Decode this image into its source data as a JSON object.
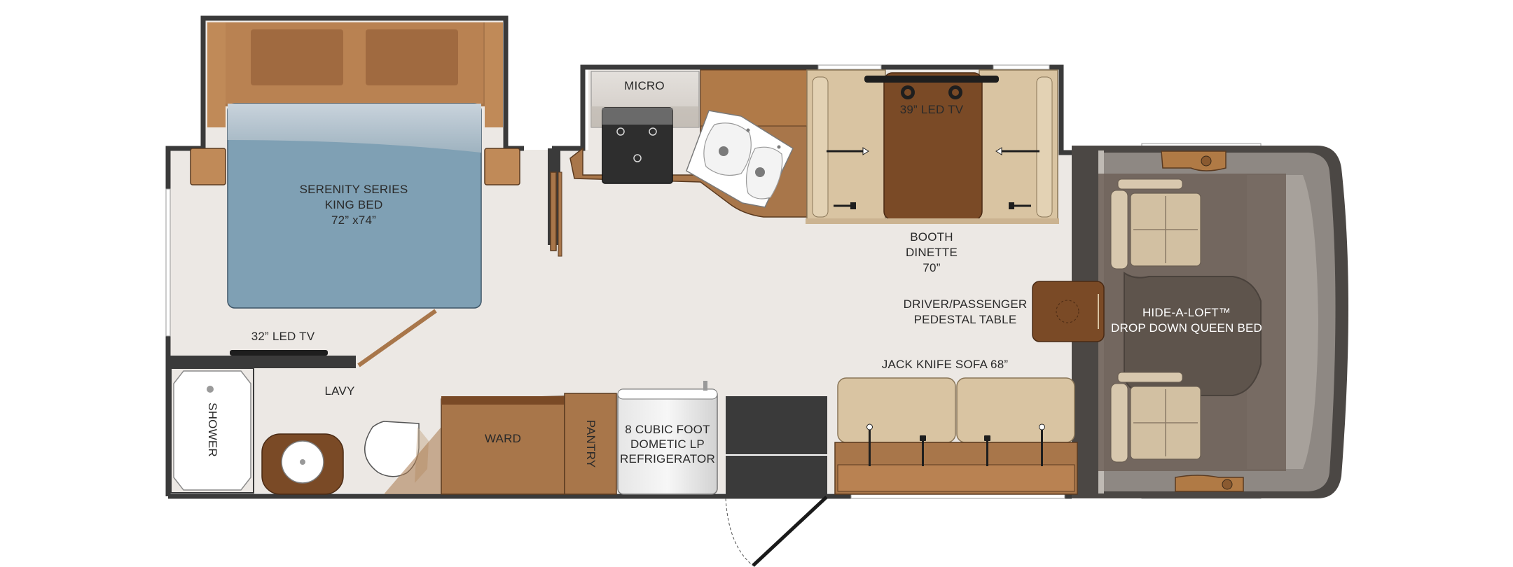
{
  "labels": {
    "micro": "MICRO",
    "led_tv_39": "39” LED TV",
    "booth_dinette": [
      "BOOTH",
      "DINETTE",
      "70”"
    ],
    "king_bed": [
      "SERENITY SERIES",
      "KING BED",
      "72” x74”"
    ],
    "led_tv_32": "32” LED TV",
    "lavy": "LAVY",
    "shower": "SHOWER",
    "ward": "WARD",
    "pantry": "PANTRY",
    "refrigerator": [
      "8 CUBIC FOOT",
      "DOMETIC LP",
      "REFRIGERATOR"
    ],
    "pedestal_table": [
      "DRIVER/PASSENGER",
      "PEDESTAL TABLE"
    ],
    "sofa": "JACK KNIFE SOFA 68”",
    "loft_bed": [
      "HIDE-A-LOFT™",
      "DROP DOWN QUEEN BED"
    ]
  },
  "colors": {
    "wall": "#3a3a3a",
    "floor": "#ece8e4",
    "wood_dark": "#7a4a26",
    "wood_medium": "#a8764a",
    "wood_light": "#c08a58",
    "bed_blue": "#7fa0b4",
    "upholstery": "#d9c4a2",
    "cab": "#8a7e72"
  }
}
